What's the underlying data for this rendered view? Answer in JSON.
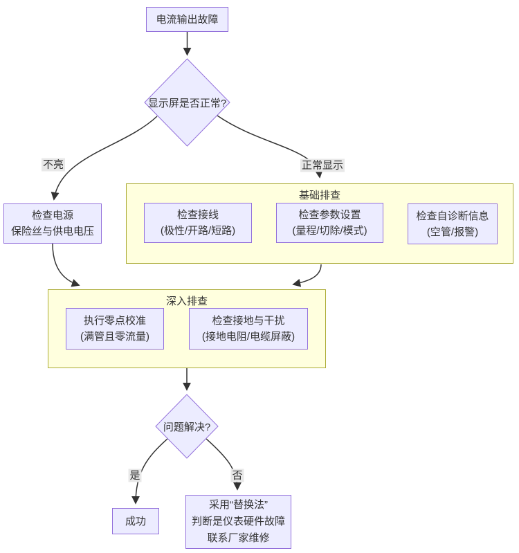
{
  "diagram": {
    "type": "flowchart",
    "colors": {
      "node_fill": "#ECECFF",
      "node_border": "#9370DB",
      "cluster_fill": "#FFFFDE",
      "cluster_border": "#AAAA33",
      "edge": "#333333",
      "edge_label_bg": "#E8E8E8",
      "text": "#333333",
      "background": "#FFFFFF"
    },
    "nodes": {
      "start": {
        "label": "电流输出故障"
      },
      "decision_display": {
        "label": "显示屏是否正常?"
      },
      "check_power": {
        "lines": [
          "检查电源",
          "保险丝与供电电压"
        ]
      },
      "check_wiring": {
        "lines": [
          "检查接线",
          "(极性/开路/短路)"
        ]
      },
      "check_params": {
        "lines": [
          "检查参数设置",
          "(量程/切除/模式)"
        ]
      },
      "check_diag": {
        "lines": [
          "检查自诊断信息",
          "(空管/报警)"
        ]
      },
      "zero_cal": {
        "lines": [
          "执行零点校准",
          "(满管且零流量)"
        ]
      },
      "grounding": {
        "lines": [
          "检查接地与干扰",
          "(接地电阻/电缆屏蔽)"
        ]
      },
      "decision_solved": {
        "label": "问题解决?"
      },
      "success": {
        "label": "成功"
      },
      "replace": {
        "lines": [
          "采用“替换法”",
          "判断是仪表硬件故障",
          "联系厂家维修"
        ]
      }
    },
    "subgraphs": {
      "basic": {
        "title": "基础排查"
      },
      "deep": {
        "title": "深入排查"
      }
    },
    "edge_labels": {
      "not_lit": "不亮",
      "normal_display": "正常显示",
      "yes": "是",
      "no": "否"
    }
  }
}
